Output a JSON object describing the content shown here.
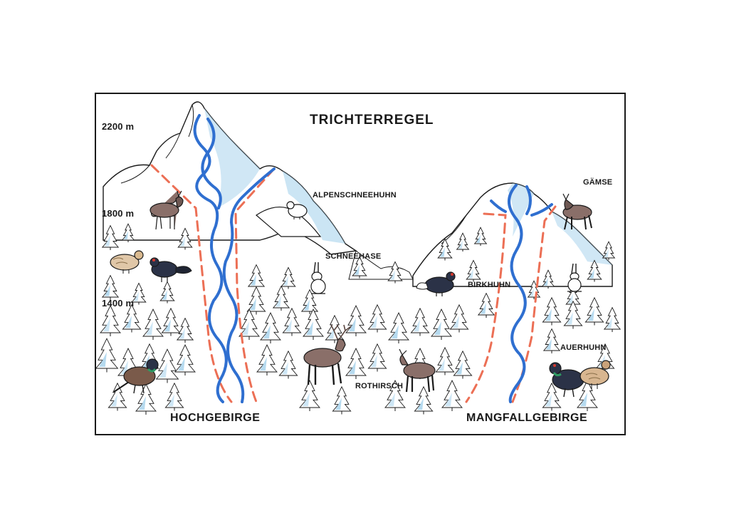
{
  "title": "TRICHTERREGEL",
  "altitudes": [
    "2200 m",
    "1800 m",
    "1400 m"
  ],
  "regions": {
    "left": "HOCHGEBIRGE",
    "right": "MANGFALLGEBIRGE"
  },
  "animals": {
    "alpenschneehuhn": "ALPENSCHNEEHUHN",
    "schneehase": "SCHNEEHASE",
    "birkhuhn": "BIRKHUHN",
    "rothirsch": "ROTHIRSCH",
    "gaemse": "GÄMSE",
    "auerhuhn": "AUERHUHN"
  },
  "colors": {
    "river": "#2f6fd0",
    "funnel": "#ec6f55",
    "snow_shadow": "#a9d4ec",
    "outline": "#1a1a1a",
    "deer": "#8a6f69",
    "grouse_black": "#2b3247"
  }
}
